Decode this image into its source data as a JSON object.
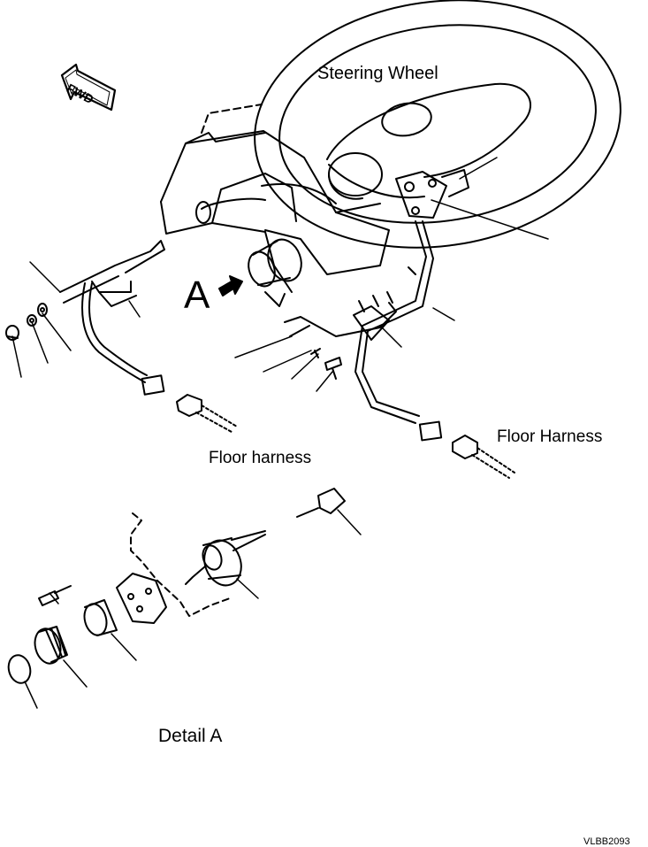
{
  "labels": {
    "steering_wheel": "Steering Wheel",
    "floor_harness_lower": "Floor harness",
    "floor_harness_upper": "Floor Harness",
    "detail": "Detail A",
    "view_marker": "A",
    "direction": "FWD",
    "figure_code": "VLBB2093"
  },
  "colors": {
    "ink": "#000000",
    "paper": "#ffffff"
  }
}
